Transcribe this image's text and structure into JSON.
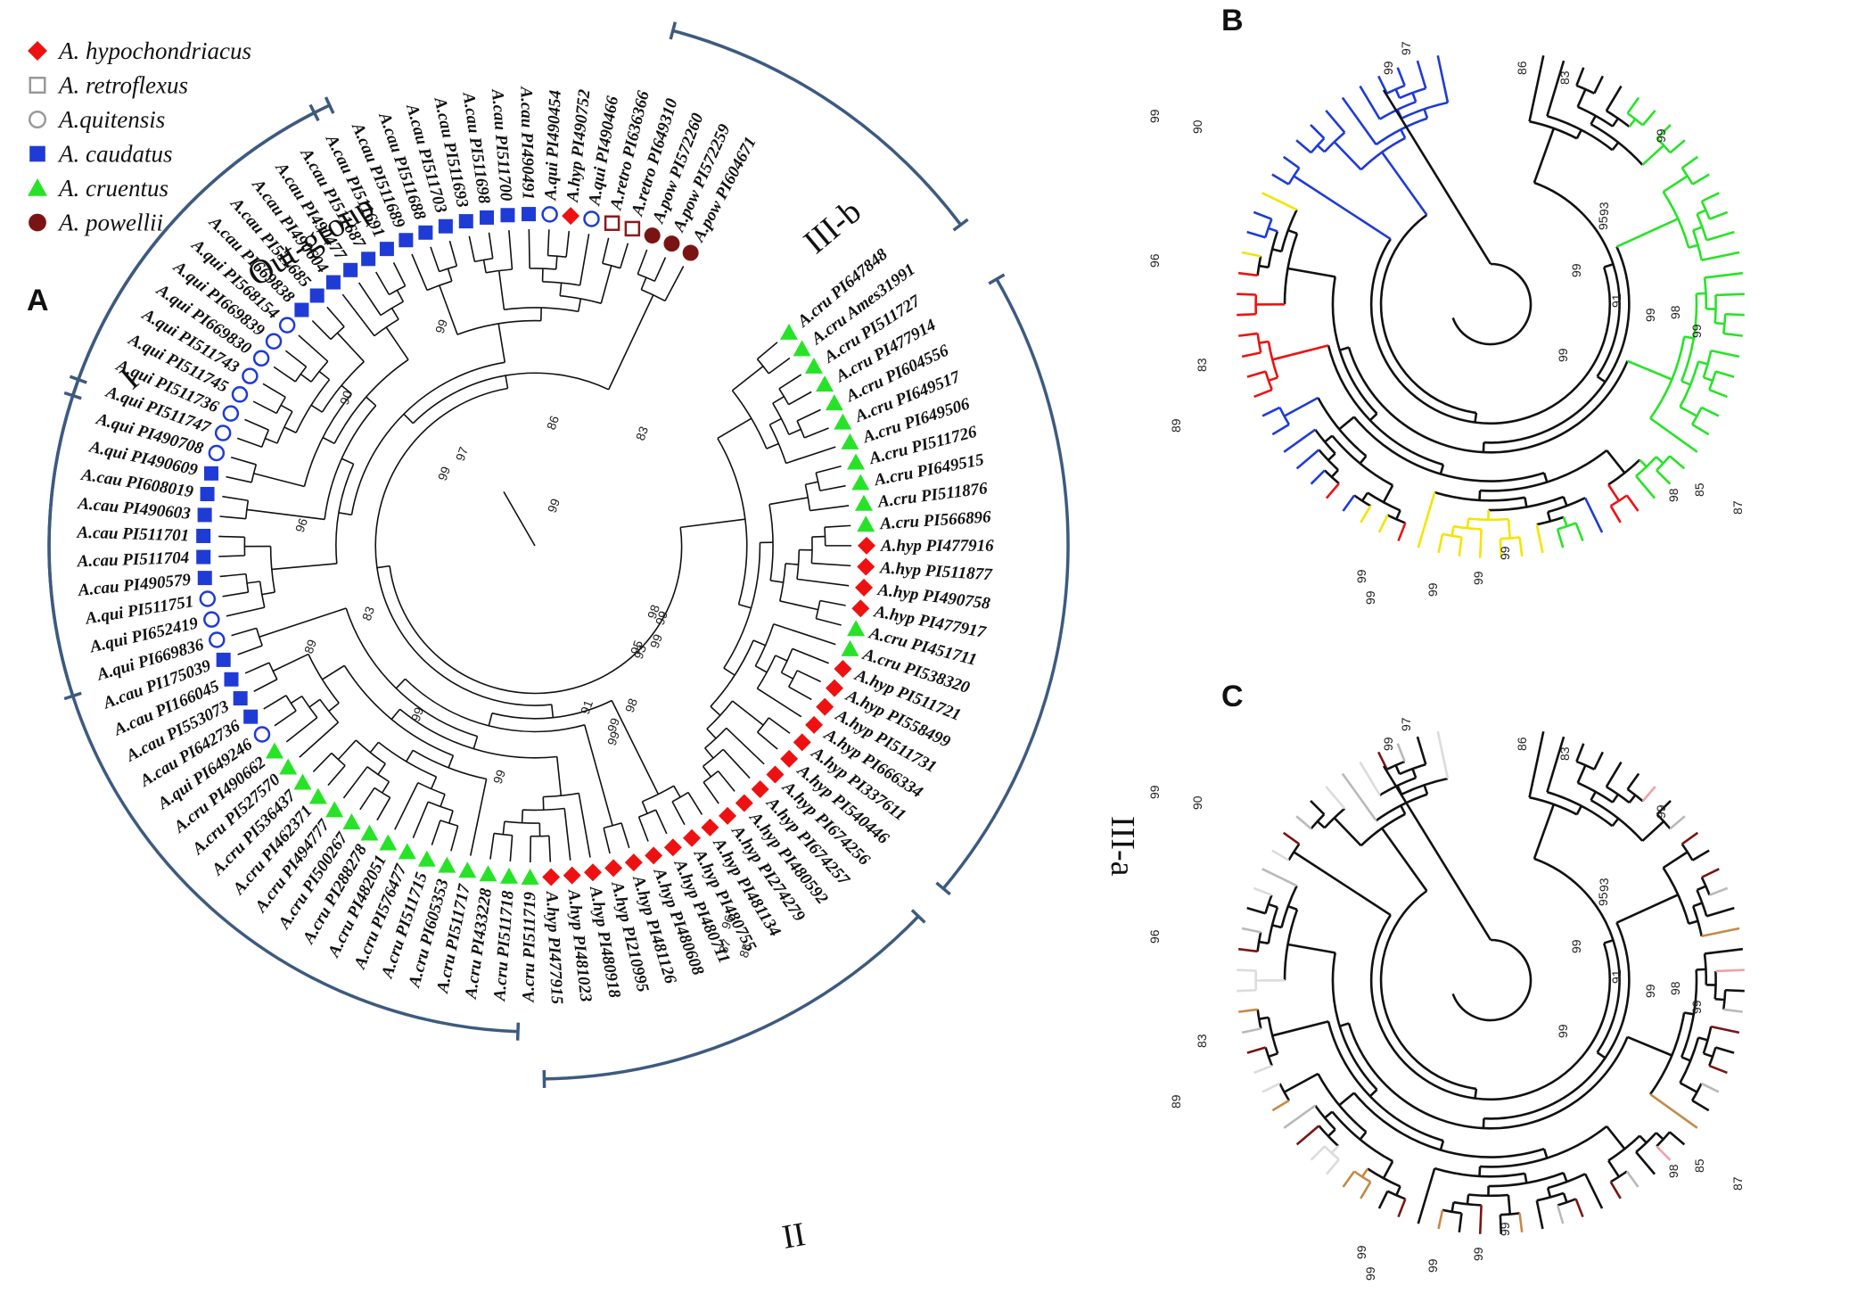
{
  "colors": {
    "hypochondriacus": "#ee1111",
    "retroflexus": "#8b1a1a",
    "quitensis": "#1f3bd6",
    "caudatus": "#1f3bd6",
    "cruentus": "#27e327",
    "powellii": "#7a1414",
    "yellow": "#f5e400",
    "bracket": "#3d5a80",
    "gray": "#b9b9b9",
    "light": "#dcdcdc",
    "maroon": "#7a1414",
    "tan": "#c48a45",
    "pink": "#f0a0a8",
    "black": "#111111"
  },
  "legend": [
    {
      "label": "A. hypochondriacus",
      "marker": "diamond",
      "color": "#ee1111"
    },
    {
      "label": "A. retroflexus",
      "marker": "square-open",
      "color": "#999999"
    },
    {
      "label": "A.quitensis",
      "marker": "circle-open",
      "color": "#999999"
    },
    {
      "label": "A. caudatus",
      "marker": "square",
      "color": "#1f3bd6"
    },
    {
      "label": "A. cruentus",
      "marker": "triangle",
      "color": "#27e327"
    },
    {
      "label": "A. powellii",
      "marker": "circle",
      "color": "#7a1414"
    }
  ],
  "panels": {
    "a": "A",
    "b": "B",
    "c": "C"
  },
  "clade_labels": {
    "outgroup": "Out-group",
    "I": "I",
    "II": "II",
    "IIIa": "III-a",
    "IIIb": "III-b"
  },
  "tree_a_leaves": [
    {
      "name": "A.pow PI604671",
      "sp": "pow"
    },
    {
      "name": "A.pow PI572259",
      "sp": "pow"
    },
    {
      "name": "A.pow PI572260",
      "sp": "pow"
    },
    {
      "name": "A.retro PI649310",
      "sp": "retro"
    },
    {
      "name": "A.retro PI636366",
      "sp": "retro"
    },
    {
      "name": "A.qui PI490466",
      "sp": "qui"
    },
    {
      "name": "A.hyp PI490752",
      "sp": "hyp"
    },
    {
      "name": "A.qui PI490454",
      "sp": "qui"
    },
    {
      "name": "A.cau PI490491",
      "sp": "cau"
    },
    {
      "name": "A.cau PI511700",
      "sp": "cau"
    },
    {
      "name": "A.cau PI511698",
      "sp": "cau"
    },
    {
      "name": "A.cau PI511693",
      "sp": "cau"
    },
    {
      "name": "A.cau PI511703",
      "sp": "cau"
    },
    {
      "name": "A.cau PI511688",
      "sp": "cau"
    },
    {
      "name": "A.cau PI511689",
      "sp": "cau"
    },
    {
      "name": "A.cau PI511691",
      "sp": "cau"
    },
    {
      "name": "A.cau PI511687",
      "sp": "cau"
    },
    {
      "name": "A.cau PI490477",
      "sp": "cau"
    },
    {
      "name": "A.cau PI490604",
      "sp": "cau"
    },
    {
      "name": "A.cau PI511685",
      "sp": "cau"
    },
    {
      "name": "A.cau PI669838",
      "sp": "cau"
    },
    {
      "name": "A.qui PI568154",
      "sp": "qui"
    },
    {
      "name": "A.qui PI669839",
      "sp": "qui"
    },
    {
      "name": "A.qui PI669830",
      "sp": "qui"
    },
    {
      "name": "A.qui PI511743",
      "sp": "qui"
    },
    {
      "name": "A.qui PI511745",
      "sp": "qui"
    },
    {
      "name": "A.qui PI511736",
      "sp": "qui"
    },
    {
      "name": "A.qui PI511747",
      "sp": "qui"
    },
    {
      "name": "A.qui PI490708",
      "sp": "qui"
    },
    {
      "name": "A.qui PI490609",
      "sp": "cau"
    },
    {
      "name": "A.cau PI608019",
      "sp": "cau"
    },
    {
      "name": "A.cau PI490603",
      "sp": "cau"
    },
    {
      "name": "A.cau PI511701",
      "sp": "cau"
    },
    {
      "name": "A.cau PI511704",
      "sp": "cau"
    },
    {
      "name": "A.cau PI490579",
      "sp": "cau"
    },
    {
      "name": "A.qui PI511751",
      "sp": "qui"
    },
    {
      "name": "A.qui PI652419",
      "sp": "qui"
    },
    {
      "name": "A.qui PI669836",
      "sp": "qui"
    },
    {
      "name": "A.cau PI175039",
      "sp": "cau"
    },
    {
      "name": "A.cau PI166045",
      "sp": "cau"
    },
    {
      "name": "A.cau PI553073",
      "sp": "cau"
    },
    {
      "name": "A.cau PI642736",
      "sp": "cau"
    },
    {
      "name": "A.qui PI649246",
      "sp": "qui"
    },
    {
      "name": "A.cru PI490662",
      "sp": "cru"
    },
    {
      "name": "A.cru PI527570",
      "sp": "cru"
    },
    {
      "name": "A.cru PI536437",
      "sp": "cru"
    },
    {
      "name": "A.cru PI462371",
      "sp": "cru"
    },
    {
      "name": "A.cru PI494777",
      "sp": "cru"
    },
    {
      "name": "A.cru PI500267",
      "sp": "cru"
    },
    {
      "name": "A.cru PI288278",
      "sp": "cru"
    },
    {
      "name": "A.cru PI482051",
      "sp": "cru"
    },
    {
      "name": "A.cru PI576477",
      "sp": "cru"
    },
    {
      "name": "A.cru PI511715",
      "sp": "cru"
    },
    {
      "name": "A.cru PI605353",
      "sp": "cru"
    },
    {
      "name": "A.cru PI511717",
      "sp": "cru"
    },
    {
      "name": "A.cru PI433228",
      "sp": "cru"
    },
    {
      "name": "A.cru PI511718",
      "sp": "cru"
    },
    {
      "name": "A.cru PI511719",
      "sp": "cru"
    },
    {
      "name": "A.hyp PI477915",
      "sp": "hyp"
    },
    {
      "name": "A.hyp PI481023",
      "sp": "hyp"
    },
    {
      "name": "A.hyp PI480918",
      "sp": "hyp"
    },
    {
      "name": "A.hyp PI210995",
      "sp": "hyp"
    },
    {
      "name": "A.hyp PI481126",
      "sp": "hyp"
    },
    {
      "name": "A.hyp PI480608",
      "sp": "hyp"
    },
    {
      "name": "A.hyp PI480711",
      "sp": "hyp"
    },
    {
      "name": "A.hyp PI480755",
      "sp": "hyp"
    },
    {
      "name": "A.hyp PI481134",
      "sp": "hyp"
    },
    {
      "name": "A.hyp PI274279",
      "sp": "hyp"
    },
    {
      "name": "A.hyp PI480592",
      "sp": "hyp"
    },
    {
      "name": "A.hyp PI674257",
      "sp": "hyp"
    },
    {
      "name": "A.hyp PI674256",
      "sp": "hyp"
    },
    {
      "name": "A.hyp PI540446",
      "sp": "hyp"
    },
    {
      "name": "A.hyp PI337611",
      "sp": "hyp"
    },
    {
      "name": "A.hyp PI666334",
      "sp": "hyp"
    },
    {
      "name": "A.hyp PI511731",
      "sp": "hyp"
    },
    {
      "name": "A.hyp PI558499",
      "sp": "hyp"
    },
    {
      "name": "A.hyp PI511721",
      "sp": "hyp"
    },
    {
      "name": "A.cru PI538320",
      "sp": "cru"
    },
    {
      "name": "A.cru PI451711",
      "sp": "cru"
    },
    {
      "name": "A.hyp PI477917",
      "sp": "hyp"
    },
    {
      "name": "A.hyp PI490758",
      "sp": "hyp"
    },
    {
      "name": "A.hyp PI511877",
      "sp": "hyp"
    },
    {
      "name": "A.hyp PI477916",
      "sp": "hyp"
    },
    {
      "name": "A.cru PI566896",
      "sp": "cru"
    },
    {
      "name": "A.cru PI511876",
      "sp": "cru"
    },
    {
      "name": "A.cru PI649515",
      "sp": "cru"
    },
    {
      "name": "A.cru PI511726",
      "sp": "cru"
    },
    {
      "name": "A.cru PI649506",
      "sp": "cru"
    },
    {
      "name": "A.cru PI649517",
      "sp": "cru"
    },
    {
      "name": "A.cru PI604556",
      "sp": "cru"
    },
    {
      "name": "A.cru PI477914",
      "sp": "cru"
    },
    {
      "name": "A.cru PI511727",
      "sp": "cru"
    },
    {
      "name": "A.cru Ames31991",
      "sp": "cru"
    },
    {
      "name": "A.cru PI647848",
      "sp": "cru"
    }
  ],
  "bootstrap_a": [
    "97",
    "99",
    "99",
    "90",
    "96",
    "83",
    "89",
    "99",
    "99",
    "99",
    "98",
    "99",
    "91",
    "95",
    "93",
    "99",
    "98",
    "86",
    "83",
    "99",
    "99",
    "96",
    "87",
    "85"
  ],
  "bootstrap_b": [
    "97",
    "99",
    "99",
    "90",
    "96",
    "83",
    "89",
    "99",
    "99",
    "99",
    "99",
    "99",
    "93",
    "95",
    "99",
    "91",
    "99",
    "98",
    "99",
    "99",
    "98",
    "85",
    "87",
    "86",
    "83",
    "99"
  ],
  "bootstrap_c": [
    "97",
    "99",
    "99",
    "90",
    "96",
    "83",
    "89",
    "99",
    "99",
    "99",
    "99",
    "99",
    "93",
    "95",
    "99",
    "91",
    "99",
    "98",
    "99",
    "99",
    "98",
    "85",
    "87",
    "86",
    "83",
    "99"
  ]
}
